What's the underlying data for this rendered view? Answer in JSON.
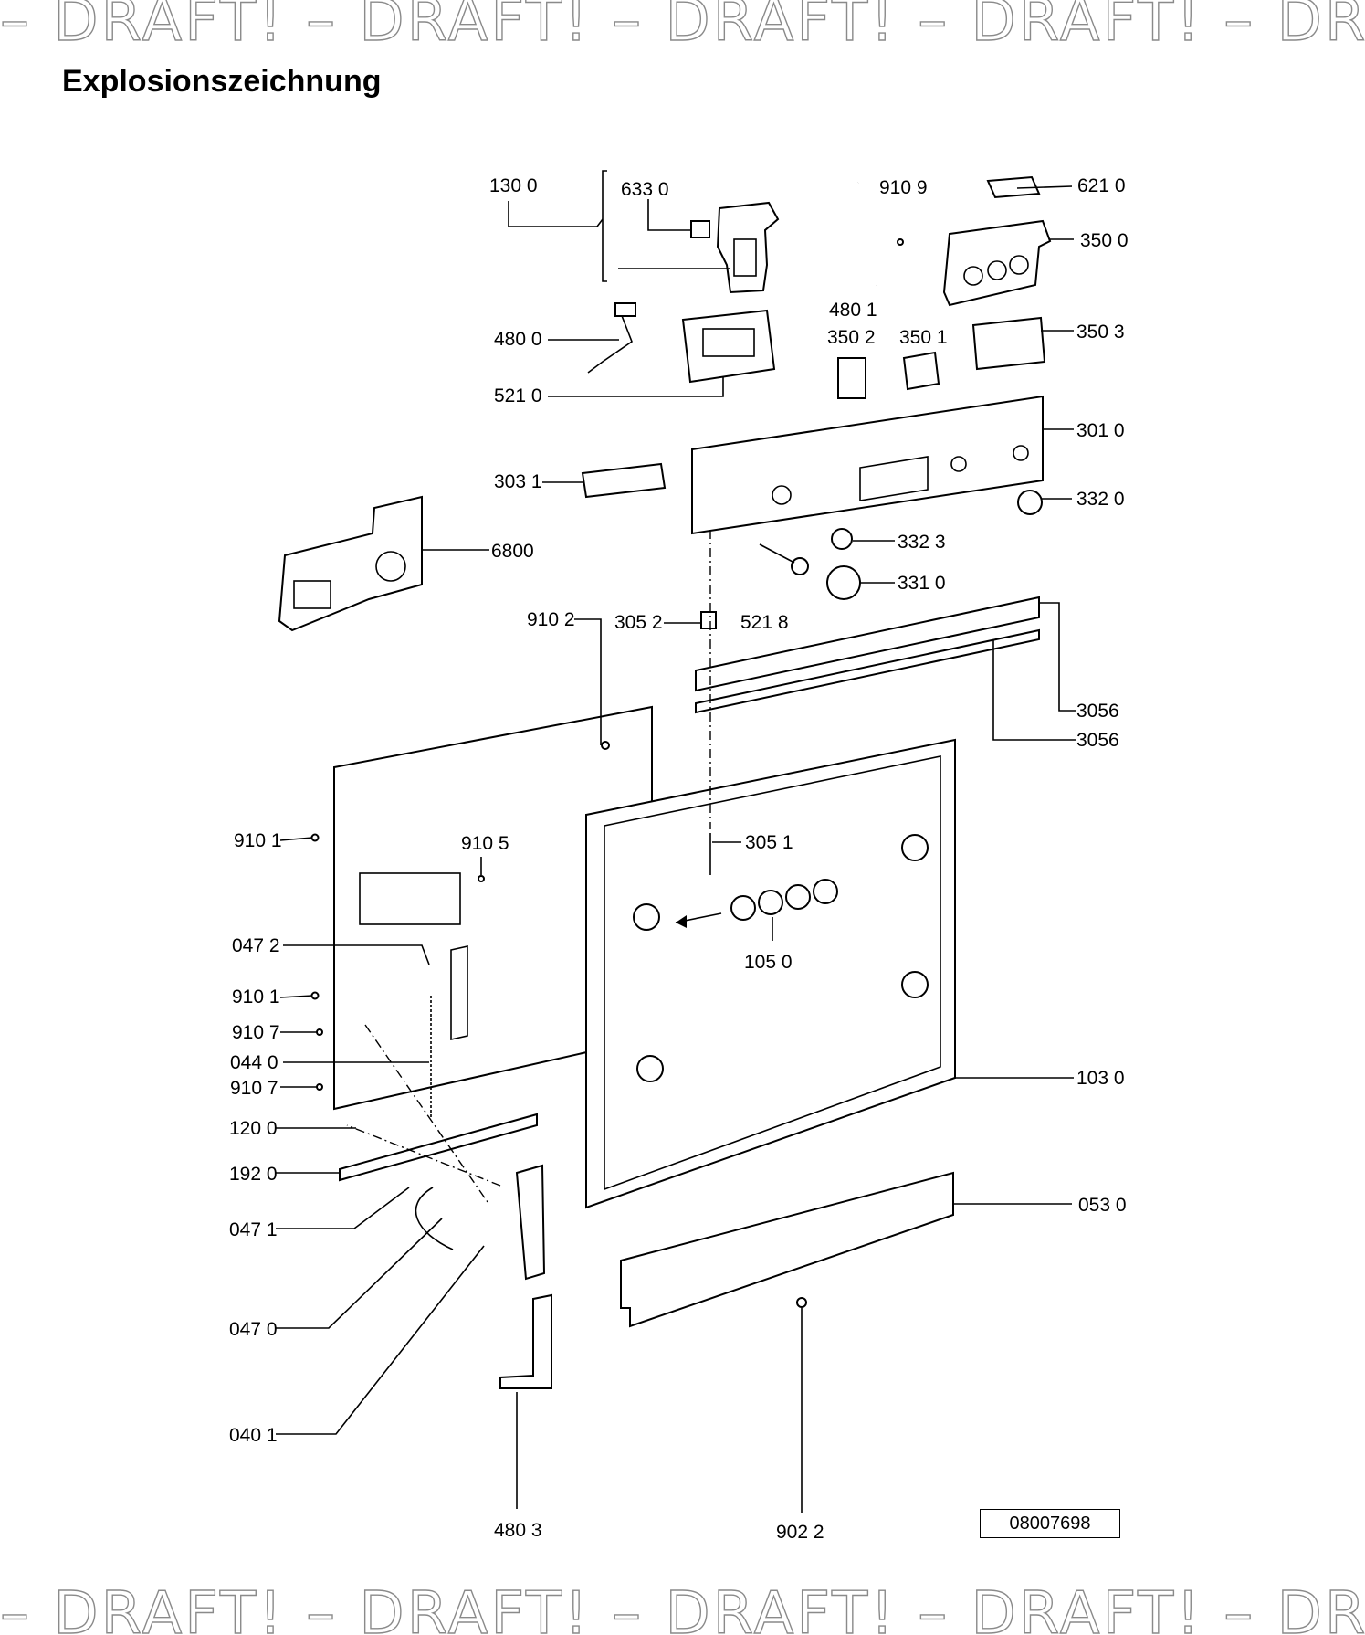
{
  "watermark": {
    "text": "– DRAFT! – DRAFT! – DRAFT! – DRAFT! – DRAFT! –"
  },
  "title": "Explosionszeichnung",
  "drawing_number": "08007698",
  "part_labels": {
    "p1300": "130 0",
    "p6330": "633 0",
    "p9109": "910 9",
    "p6210": "621 0",
    "p3500": "350 0",
    "p4800": "480 0",
    "p4801": "480 1",
    "p3502": "350 2",
    "p3501": "350 1",
    "p3503": "350 3",
    "p5210": "521 0",
    "p3010": "301 0",
    "p3031": "303 1",
    "p3320": "332 0",
    "p6800": "6800",
    "p3323": "332 3",
    "p3310": "331 0",
    "p9102": "910 2",
    "p3052": "305 2",
    "p5218": "521 8",
    "p3056a": "3056",
    "p3056b": "3056",
    "p9101a": "910 1",
    "p9105": "910 5",
    "p3051": "305 1",
    "p0472": "047 2",
    "p1050": "105 0",
    "p9101b": "910 1",
    "p9107a": "910 7",
    "p0440": "044 0",
    "p1030": "103 0",
    "p9107b": "910 7",
    "p1200": "120 0",
    "p1920": "192 0",
    "p0530": "053 0",
    "p0471": "047 1",
    "p0470": "047 0",
    "p0401": "040 1",
    "p4803": "480 3",
    "p9022": "902 2"
  }
}
